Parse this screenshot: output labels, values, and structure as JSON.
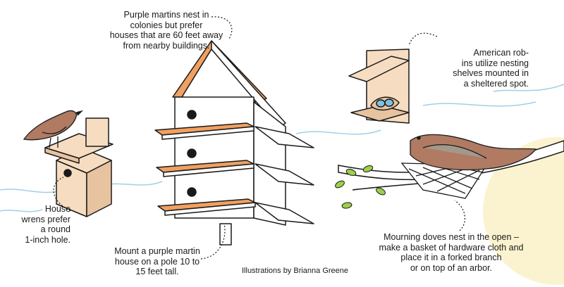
{
  "captions": {
    "purple_martin": "Purple martins nest in\ncolonies but prefer\nhouses that are 60 feet away\nfrom nearby buildings.",
    "robin": "American rob-\nins utilize nesting\nshelves mounted in\na sheltered spot.",
    "wren": "House\nwrens prefer\na round\n1-inch hole.",
    "pole": "Mount a purple martin\nhouse on a pole 10 to\n15 feet tall.",
    "dove": "Mourning doves nest in the open –\nmake a basket of hardware cloth and\nplace it in a forked branch\nor on top of an arbor.",
    "credit": "Illustrations by Brianna Greene"
  },
  "colors": {
    "wood": "#f6dcc0",
    "wood_dark": "#e8c39f",
    "accent_orange": "#f0a060",
    "sun": "#fbf3cf",
    "wind_blue": "#9fd0e6",
    "leaf_green": "#9ccf4a",
    "bird_brown": "#b07a63",
    "egg_blue": "#7fc0e0",
    "ink": "#1a1a1a"
  }
}
